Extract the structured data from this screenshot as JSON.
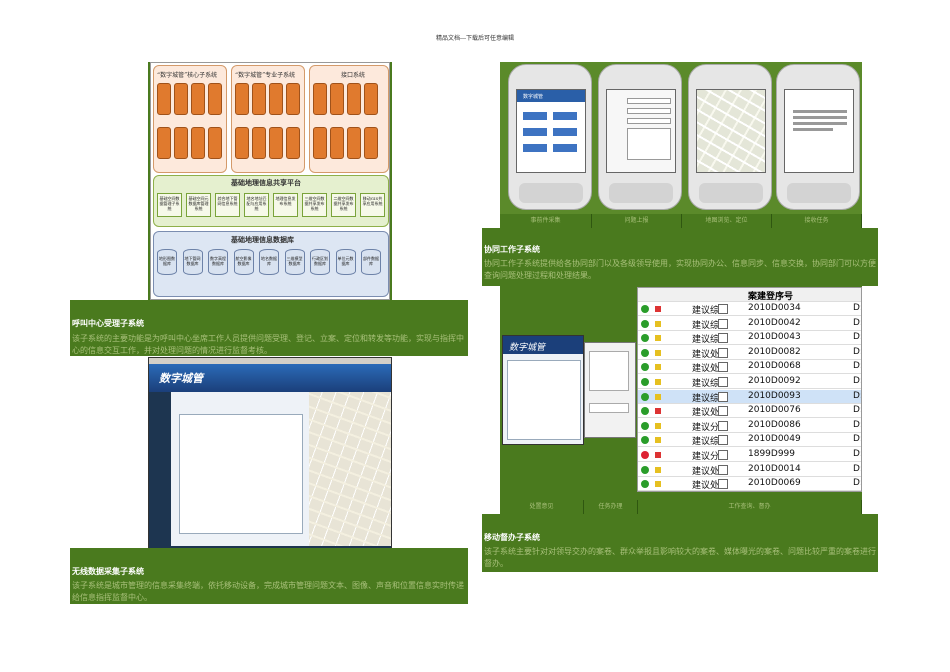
{
  "header": "精品文档---下载后可任意编辑",
  "architecture": {
    "core_title": "“数字城管”核心子系统",
    "pro_title": "“数字城管”专业子系统",
    "iface_title": "接口系统",
    "platform_title": "基础地理信息共享平台",
    "db_title": "基础地理信息数据库",
    "platform_items": [
      "基础空间数据管理子系统",
      "基础空间元数据库管理系统",
      "综合地下管网信息系统",
      "地名地址匹配与应用系统",
      "地理信息发布系统",
      "三维空间数据共享发布系统",
      "二维空间数据共享发布系统",
      "移动GIS共享应用系统"
    ],
    "db_items": [
      "地形图数据库",
      "地下管网数据库",
      "数字高程数据库",
      "航空影像数据库",
      "地名数据库",
      "三维模型数据库",
      "行政区划数据库",
      "单位元数据库",
      "部件数据库"
    ]
  },
  "sections": {
    "call_center": {
      "title": "呼叫中心受理子系统",
      "body": "该子系统的主要功能是为呼叫中心坐席工作人员提供问题受理、登记、立案、定位和转发等功能，实现与指挥中心的信息交互工作，并对处理问题的情况进行监督考核。"
    },
    "wireless": {
      "title": "无线数据采集子系统",
      "body": "该子系统是城市管理的信息采集终端，依托移动设备，完成城市管理问题文本、图像、声音和位置信息实时传递给信息指挥监督中心。"
    },
    "collab": {
      "title": "协同工作子系统",
      "body": "协同工作子系统提供给各协同部门以及各级领导使用，实现协同办公、信息同步、信息交换，协同部门可以方便查询问题处理过程和处理结果。"
    },
    "mobile_supervise": {
      "title": "移动督办子系统",
      "body": "该子系统主要针对对领导交办的案卷、群众举报且影响较大的案卷、媒体曝光的案卷、问题比较严重的案卷进行督办。"
    }
  },
  "phone_captions": [
    "事前件采集",
    "问题上报",
    "地图浏览、定位",
    "接收任务"
  ],
  "collab_captions": [
    "处置意见",
    "任务办理",
    "工作查询、督办"
  ],
  "mobile_ui": {
    "title": "数字城管",
    "app_header": "数字城管"
  },
  "grid": {
    "column_header": "案建登序号",
    "rows": [
      {
        "status": "green",
        "flag": "red",
        "label": "建议综合",
        "num": "2010D0034",
        "tail": "D:"
      },
      {
        "status": "green",
        "flag": "yellow",
        "label": "建议综合",
        "num": "2010D0042",
        "tail": "D:"
      },
      {
        "status": "green",
        "flag": "yellow",
        "label": "建议综合",
        "num": "2010D0043",
        "tail": "D:"
      },
      {
        "status": "green",
        "flag": "yellow",
        "label": "建议处理",
        "num": "2010D0082",
        "tail": "D:"
      },
      {
        "status": "green",
        "flag": "yellow",
        "label": "建议处理",
        "num": "2010D0068",
        "tail": "D:"
      },
      {
        "status": "green",
        "flag": "yellow",
        "label": "建议综合",
        "num": "2010D0092",
        "tail": "D:"
      },
      {
        "status": "green",
        "flag": "yellow",
        "label": "建议综合",
        "num": "2010D0093",
        "tail": "D:"
      },
      {
        "status": "green",
        "flag": "red",
        "label": "建议处理",
        "num": "2010D0076",
        "tail": "D:"
      },
      {
        "status": "green",
        "flag": "yellow",
        "label": "建议分解",
        "num": "2010D0086",
        "tail": "D:"
      },
      {
        "status": "green",
        "flag": "yellow",
        "label": "建议综合",
        "num": "2010D0049",
        "tail": "D:"
      },
      {
        "status": "red",
        "flag": "red",
        "label": "建议分解",
        "num": "1899D999",
        "tail": "D:"
      },
      {
        "status": "green",
        "flag": "yellow",
        "label": "建议处理",
        "num": "2010D0014",
        "tail": "D:"
      },
      {
        "status": "green",
        "flag": "yellow",
        "label": "建议处理",
        "num": "2010D0069",
        "tail": "D:"
      }
    ]
  }
}
